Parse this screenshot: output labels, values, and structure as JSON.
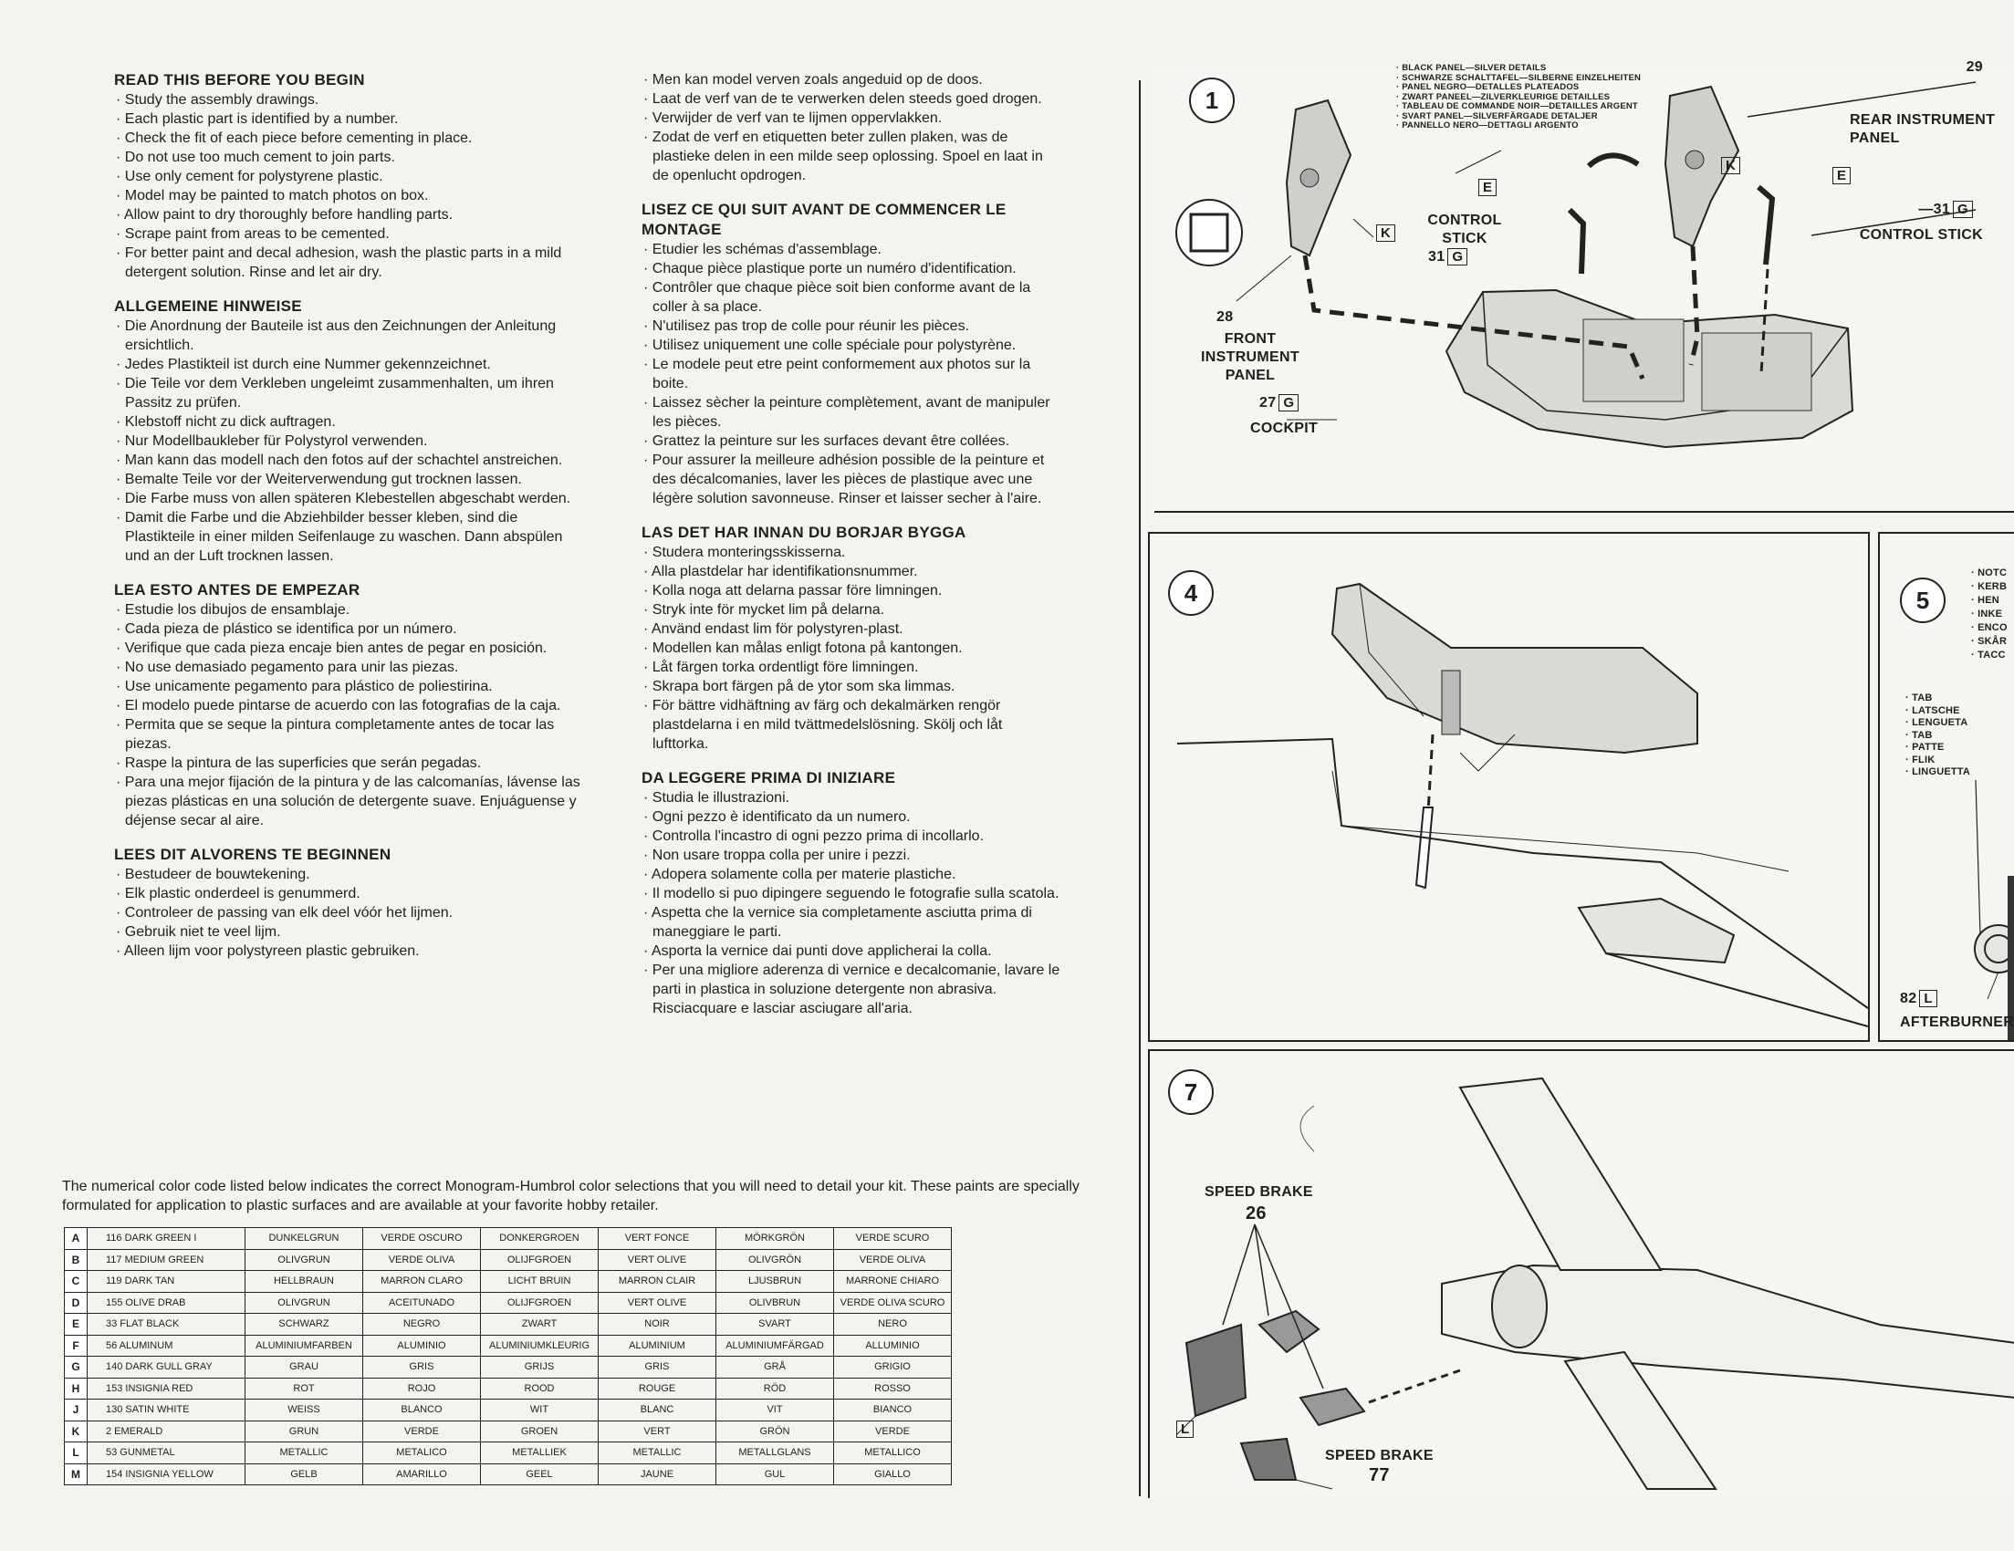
{
  "left_column": [
    {
      "title": "READ THIS BEFORE YOU BEGIN",
      "items": [
        "Study the assembly drawings.",
        "Each plastic part is identified by a number.",
        "Check the fit of each piece before cementing in place.",
        "Do not use too much cement to join parts.",
        "Use only cement for polystyrene plastic.",
        "Model may be painted to match photos on box.",
        "Allow paint to dry thoroughly before handling parts.",
        "Scrape paint from areas to be cemented.",
        "For better paint and decal adhesion, wash the plastic parts in a mild detergent solution. Rinse and let air dry."
      ]
    },
    {
      "title": "ALLGEMEINE HINWEISE",
      "items": [
        "Die Anordnung der Bauteile ist aus den Zeichnungen der Anleitung ersichtlich.",
        "Jedes Plastikteil ist durch eine Nummer gekennzeichnet.",
        "Die Teile vor dem Verkleben ungeleimt zusammenhalten, um ihren Passitz zu prüfen.",
        "Klebstoff nicht zu dick auftragen.",
        "Nur Modellbaukleber für Polystyrol verwenden.",
        "Man kann das modell nach den fotos auf der schachtel anstreichen.",
        "Bemalte Teile vor der Weiterverwendung gut trocknen lassen.",
        "Die Farbe muss von allen späteren Klebestellen abgeschabt werden.",
        "Damit die Farbe und die Abziehbilder besser kleben, sind die Plastikteile in einer milden Seifenlauge zu waschen. Dann abspülen und an der Luft trocknen lassen."
      ]
    },
    {
      "title": "LEA ESTO ANTES DE EMPEZAR",
      "items": [
        "Estudie los dibujos de ensamblaje.",
        "Cada pieza de plástico se identifica por un número.",
        "Verifique que cada pieza encaje bien antes de pegar en posición.",
        "No use demasiado pegamento para unir las piezas.",
        "Use unicamente pegamento para plástico de poliestirina.",
        "El modelo puede pintarse de acuerdo con las fotografias de la caja.",
        "Permita que se seque la pintura completamente antes de tocar las piezas.",
        "Raspe la pintura de las superficies que serán pegadas.",
        "Para una mejor fijación de la pintura y de las calcomanías, lávense las piezas plásticas en una solución de detergente suave. Enjuáguense y déjense secar al aire."
      ]
    },
    {
      "title": "LEES DIT ALVORENS TE BEGINNEN",
      "items": [
        "Bestudeer de bouwtekening.",
        "Elk plastic onderdeel is genummerd.",
        "Controleer de passing van elk deel vóór het lijmen.",
        "Gebruik niet te veel lijm.",
        "Alleen lijm voor polystyreen plastic gebruiken."
      ]
    }
  ],
  "right_column": [
    {
      "title": "",
      "items": [
        "Men kan model verven zoals angeduid op de doos.",
        "Laat de verf van de te verwerken delen steeds goed drogen.",
        "Verwijder de verf van te lijmen oppervlakken.",
        "Zodat de verf en etiquetten beter zullen plaken, was de plastieke delen in een milde seep oplossing. Spoel en laat in de openlucht opdrogen."
      ]
    },
    {
      "title": "LISEZ CE QUI SUIT AVANT DE COMMENCER LE MONTAGE",
      "items": [
        "Etudier les schémas d'assemblage.",
        "Chaque pièce plastique porte un numéro d'identification.",
        "Contrôler que chaque pièce soit bien conforme avant de la coller à sa place.",
        "N'utilisez pas trop de colle pour réunir les pièces.",
        "Utilisez uniquement une colle spéciale pour polystyrène.",
        "Le modele peut etre peint conformement aux photos sur la boite.",
        "Laissez sècher la peinture complètement, avant de manipuler les pièces.",
        "Grattez la peinture sur les surfaces devant être collées.",
        "Pour assurer la meilleure adhésion possible de la peinture et des décalcomanies, laver les pièces de plastique avec une légère solution savonneuse. Rinser et laisser secher à l'aire."
      ]
    },
    {
      "title": "LAS DET HAR INNAN DU BORJAR BYGGA",
      "items": [
        "Studera monteringsskisserna.",
        "Alla plastdelar har identifikationsnummer.",
        "Kolla noga att delarna passar före limningen.",
        "Stryk inte för mycket lim på delarna.",
        "Använd endast lim för polystyren-plast.",
        "Modellen kan målas enligt fotona på kantongen.",
        "Låt färgen torka ordentligt före limningen.",
        "Skrapa bort färgen på de ytor som ska limmas.",
        "För bättre vidhäftning av färg och dekalmärken rengör plastdelarna i en mild tvättmedelslösning. Skölj och låt lufttorka."
      ]
    },
    {
      "title": "DA LEGGERE PRIMA DI INIZIARE",
      "items": [
        "Studia le illustrazioni.",
        "Ogni pezzo è identificato da un numero.",
        "Controlla l'incastro di ogni pezzo prima di incollarlo.",
        "Non usare troppa colla per unire i pezzi.",
        "Adopera solamente colla per materie plastiche.",
        "Il modello si puo dipingere seguendo le fotografie sulla scatola.",
        "Aspetta che la vernice sia completamente asciutta prima di maneggiare le parti.",
        "Asporta la vernice dai punti dove applicherai la colla.",
        "Per una migliore aderenza di vernice e decalcomanie, lavare le parti in plastica in soluzione detergente non abrasiva. Risciacquare e lasciar asciugare all'aria."
      ]
    }
  ],
  "color_note": "The numerical color code listed below indicates the correct Monogram-Humbrol color selections that you will need to detail your kit. These paints are specially formulated for application to plastic surfaces and are available at your favorite hobby retailer.",
  "color_table": [
    [
      "A",
      "116 DARK GREEN I",
      "DUNKELGRUN",
      "VERDE OSCURO",
      "DONKERGROEN",
      "VERT FONCE",
      "MÖRKGRÖN",
      "VERDE SCURO"
    ],
    [
      "B",
      "117 MEDIUM GREEN",
      "OLIVGRUN",
      "VERDE OLIVA",
      "OLIJFGROEN",
      "VERT OLIVE",
      "OLIVGRÖN",
      "VERDE OLIVA"
    ],
    [
      "C",
      "119 DARK TAN",
      "HELLBRAUN",
      "MARRON CLARO",
      "LICHT BRUIN",
      "MARRON CLAIR",
      "LJUSBRUN",
      "MARRONE CHIARO"
    ],
    [
      "D",
      "155 OLIVE DRAB",
      "OLIVGRUN",
      "ACEITUNADO",
      "OLIJFGROEN",
      "VERT OLIVE",
      "OLIVBRUN",
      "VERDE OLIVA SCURO"
    ],
    [
      "E",
      "33 FLAT BLACK",
      "SCHWARZ",
      "NEGRO",
      "ZWART",
      "NOIR",
      "SVART",
      "NERO"
    ],
    [
      "F",
      "56 ALUMINUM",
      "ALUMINIUMFARBEN",
      "ALUMINIO",
      "ALUMINIUMKLEURIG",
      "ALUMINIUM",
      "ALUMINIUMFÄRGAD",
      "ALLUMINIO"
    ],
    [
      "G",
      "140 DARK GULL GRAY",
      "GRAU",
      "GRIS",
      "GRIJS",
      "GRIS",
      "GRÅ",
      "GRIGIO"
    ],
    [
      "H",
      "153 INSIGNIA RED",
      "ROT",
      "ROJO",
      "ROOD",
      "ROUGE",
      "RÖD",
      "ROSSO"
    ],
    [
      "J",
      "130 SATIN WHITE",
      "WEISS",
      "BLANCO",
      "WIT",
      "BLANC",
      "VIT",
      "BIANCO"
    ],
    [
      "K",
      "2 EMERALD",
      "GRUN",
      "VERDE",
      "GROEN",
      "VERT",
      "GRÖN",
      "VERDE"
    ],
    [
      "L",
      "53 GUNMETAL",
      "METALLIC",
      "METALICO",
      "METALLIEK",
      "METALLIC",
      "METALLGLANS",
      "METALLICO"
    ],
    [
      "M",
      "154 INSIGNIA YELLOW",
      "GELB",
      "AMARILLO",
      "GEEL",
      "JAUNE",
      "GUL",
      "GIALLO"
    ]
  ],
  "step1": {
    "number": "1",
    "paint_note": [
      "BLACK PANEL—SILVER DETAILS",
      "SCHWARZE SCHALTTAFEL—SILBERNE EINZELHEITEN",
      "PANEL NEGRO—DETALLES PLATEADOS",
      "ZWART PANEEL—ZILVERKLEURIGE DETAILLES",
      "TABLEAU DE COMMANDE NOIR—DETAILLES ARGENT",
      "SVART PANEL—SILVERFÄRGADE DETALJER",
      "PANNELLO NERO—DETTAGLI ARGENTO"
    ],
    "rear_panel_num": "29",
    "rear_panel_label": "REAR INSTRUMENT PANEL",
    "control_stick_label": "CONTROL STICK",
    "control_stick_num": "31",
    "control_stick_color": "G",
    "control_stick_right_label": "CONTROL STICK",
    "front_panel_num": "28",
    "front_panel_label": "FRONT INSTRUMENT PANEL",
    "cockpit_num": "27",
    "cockpit_color": "G",
    "cockpit_label": "COCKPIT",
    "color_K": "K",
    "color_E": "E"
  },
  "step4": {
    "number": "4"
  },
  "step5": {
    "number": "5",
    "notch_note": [
      "NOTC",
      "KERB",
      "HEN",
      "INKE",
      "ENCO",
      "SKÅR",
      "TACC"
    ],
    "tab_note": [
      "TAB",
      "LATSCHE",
      "LENGUETA",
      "TAB",
      "PATTE",
      "FLIK",
      "LINGUETTA"
    ],
    "afterburner_num": "82",
    "afterburner_color": "L",
    "afterburner_label": "AFTERBURNER"
  },
  "step7": {
    "number": "7",
    "speed_brake_label": "SPEED BRAKE",
    "speed_brake_num": "26",
    "speed_brake2_label": "SPEED BRAKE",
    "speed_brake2_num": "77",
    "color_L": "L"
  }
}
